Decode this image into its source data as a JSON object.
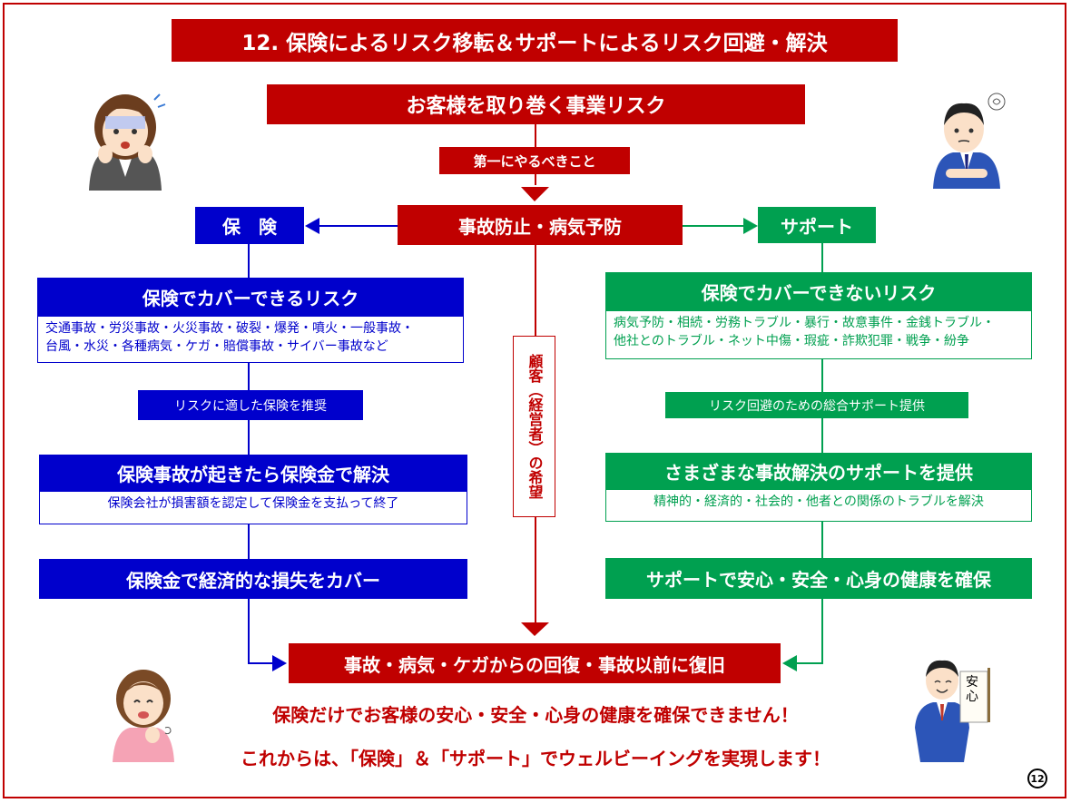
{
  "title": "12. 保険によるリスク移転＆サポートによるリスク回避・解決",
  "top_box": "お客様を取り巻く事業リスク",
  "first_step_label": "第一にやるべきこと",
  "center_box": "事故防止・病気予防",
  "vertical_label": "顧客（経営者）の希望",
  "left": {
    "head": "保　険",
    "covered_title": "保険でカバーできるリスク",
    "covered_lines": [
      "交通事故・労災事故・火災事故・破裂・爆発・噴火・一般事故・",
      "台風・水災・各種病気・ケガ・賠償事故・サイバー事故など"
    ],
    "recommend": "リスクに適した保険を推奨",
    "accident_title": "保険事故が起きたら保険金で解決",
    "accident_desc": "保険会社が損害額を認定して保険金を支払って終了",
    "cover_loss": "保険金で経済的な損失をカバー"
  },
  "right": {
    "head": "サポート",
    "uncovered_title": "保険でカバーできないリスク",
    "uncovered_lines": [
      "病気予防・相続・労務トラブル・暴行・故意事件・金銭トラブル・",
      "他社とのトラブル・ネット中傷・瑕疵・詐欺犯罪・戦争・紛争"
    ],
    "support_label": "リスク回避のための総合サポート提供",
    "support_title": "さまざまな事故解決のサポートを提供",
    "support_desc": "精神的・経済的・社会的・他者との関係のトラブルを解決",
    "secure": "サポートで安心・安全・心身の健康を確保"
  },
  "bottom_box": "事故・病気・ケガからの回復・事故以前に復旧",
  "message_1": "保険だけでお客様の安心・安全・心身の健康を確保できません！",
  "message_2": "これからは、「保険」＆「サポート」でウェルビーイングを実現します！",
  "sign_text": "安心",
  "page_number": "12",
  "colors": {
    "red": "#c00000",
    "blue": "#0000cc",
    "green": "#00a050"
  }
}
